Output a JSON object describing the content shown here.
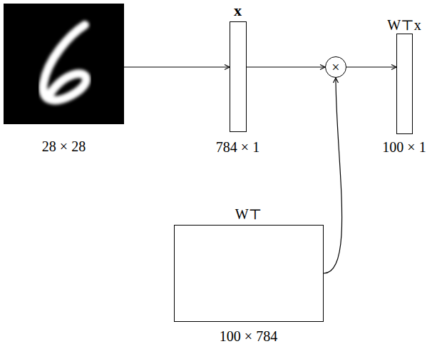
{
  "diagram": {
    "nodes": [
      {
        "text": [
          "28 × 28"
        ]
      },
      {
        "text": [
          "x",
          "784 × 1"
        ]
      },
      {
        "text": [
          "×"
        ]
      },
      {
        "text": [
          "W⊤x",
          "100 × 1"
        ]
      },
      {
        "text": [
          "W⊤",
          "100 × 784"
        ]
      }
    ],
    "edges": [
      {
        "from": 0,
        "to": 1,
        "arrow": "to"
      },
      {
        "from": 1,
        "to": 2,
        "arrow": "to"
      },
      {
        "from": 2,
        "to": 3,
        "arrow": "to"
      },
      {
        "from": 4,
        "to": 2,
        "arrow": "to"
      }
    ]
  }
}
